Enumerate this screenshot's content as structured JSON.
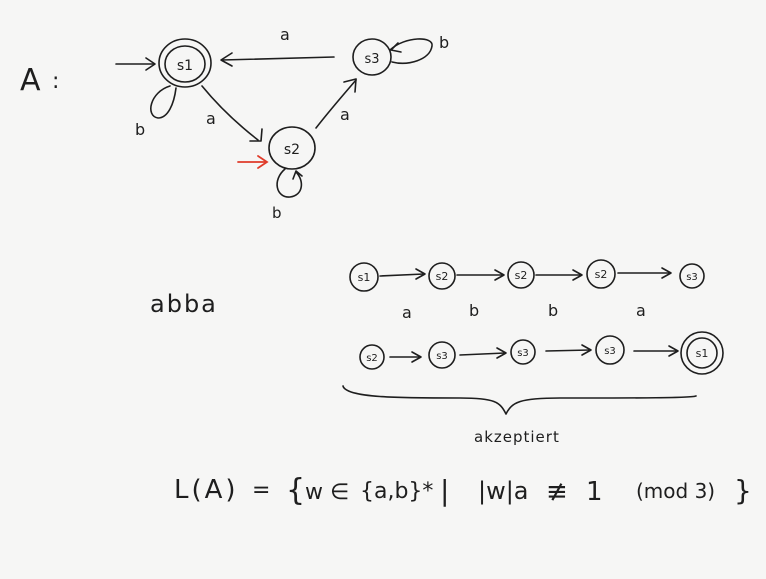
{
  "automaton": {
    "name": "A",
    "states": [
      {
        "id": "s1",
        "label": "s1",
        "accepting": true,
        "start": true
      },
      {
        "id": "s2",
        "label": "s2",
        "accepting": false,
        "start": true
      },
      {
        "id": "s3",
        "label": "s3",
        "accepting": false,
        "start": false
      }
    ],
    "transitions": [
      {
        "from": "s1",
        "to": "s1",
        "symbol": "b"
      },
      {
        "from": "s1",
        "to": "s2",
        "symbol": "a"
      },
      {
        "from": "s2",
        "to": "s2",
        "symbol": "b"
      },
      {
        "from": "s2",
        "to": "s3",
        "symbol": "a"
      },
      {
        "from": "s3",
        "to": "s3",
        "symbol": "b"
      },
      {
        "from": "s3",
        "to": "s1",
        "symbol": "a"
      }
    ]
  },
  "colors": {
    "ink": "#1e1e1e",
    "start_marker_red": "#e03b2a",
    "paper": "#f6f6f5"
  },
  "example": {
    "word": "abba",
    "run1": {
      "states": [
        "s1",
        "s2",
        "s2",
        "s2",
        "s3"
      ],
      "symbols": [
        "a",
        "b",
        "b",
        "a"
      ]
    },
    "run2": {
      "states": [
        "s2",
        "s3",
        "s3",
        "s3",
        "s1"
      ],
      "final_accepting": true
    },
    "brace_label": "akzeptiert"
  },
  "language": {
    "lhs": "L(A)",
    "eq": "=",
    "open": "{",
    "w_in": "w ∈",
    "alphabet": "{a,b}*",
    "bar": "|",
    "count": "|w|a",
    "neq": "≢",
    "one": "1",
    "mod": "(mod 3)",
    "close": "}"
  }
}
